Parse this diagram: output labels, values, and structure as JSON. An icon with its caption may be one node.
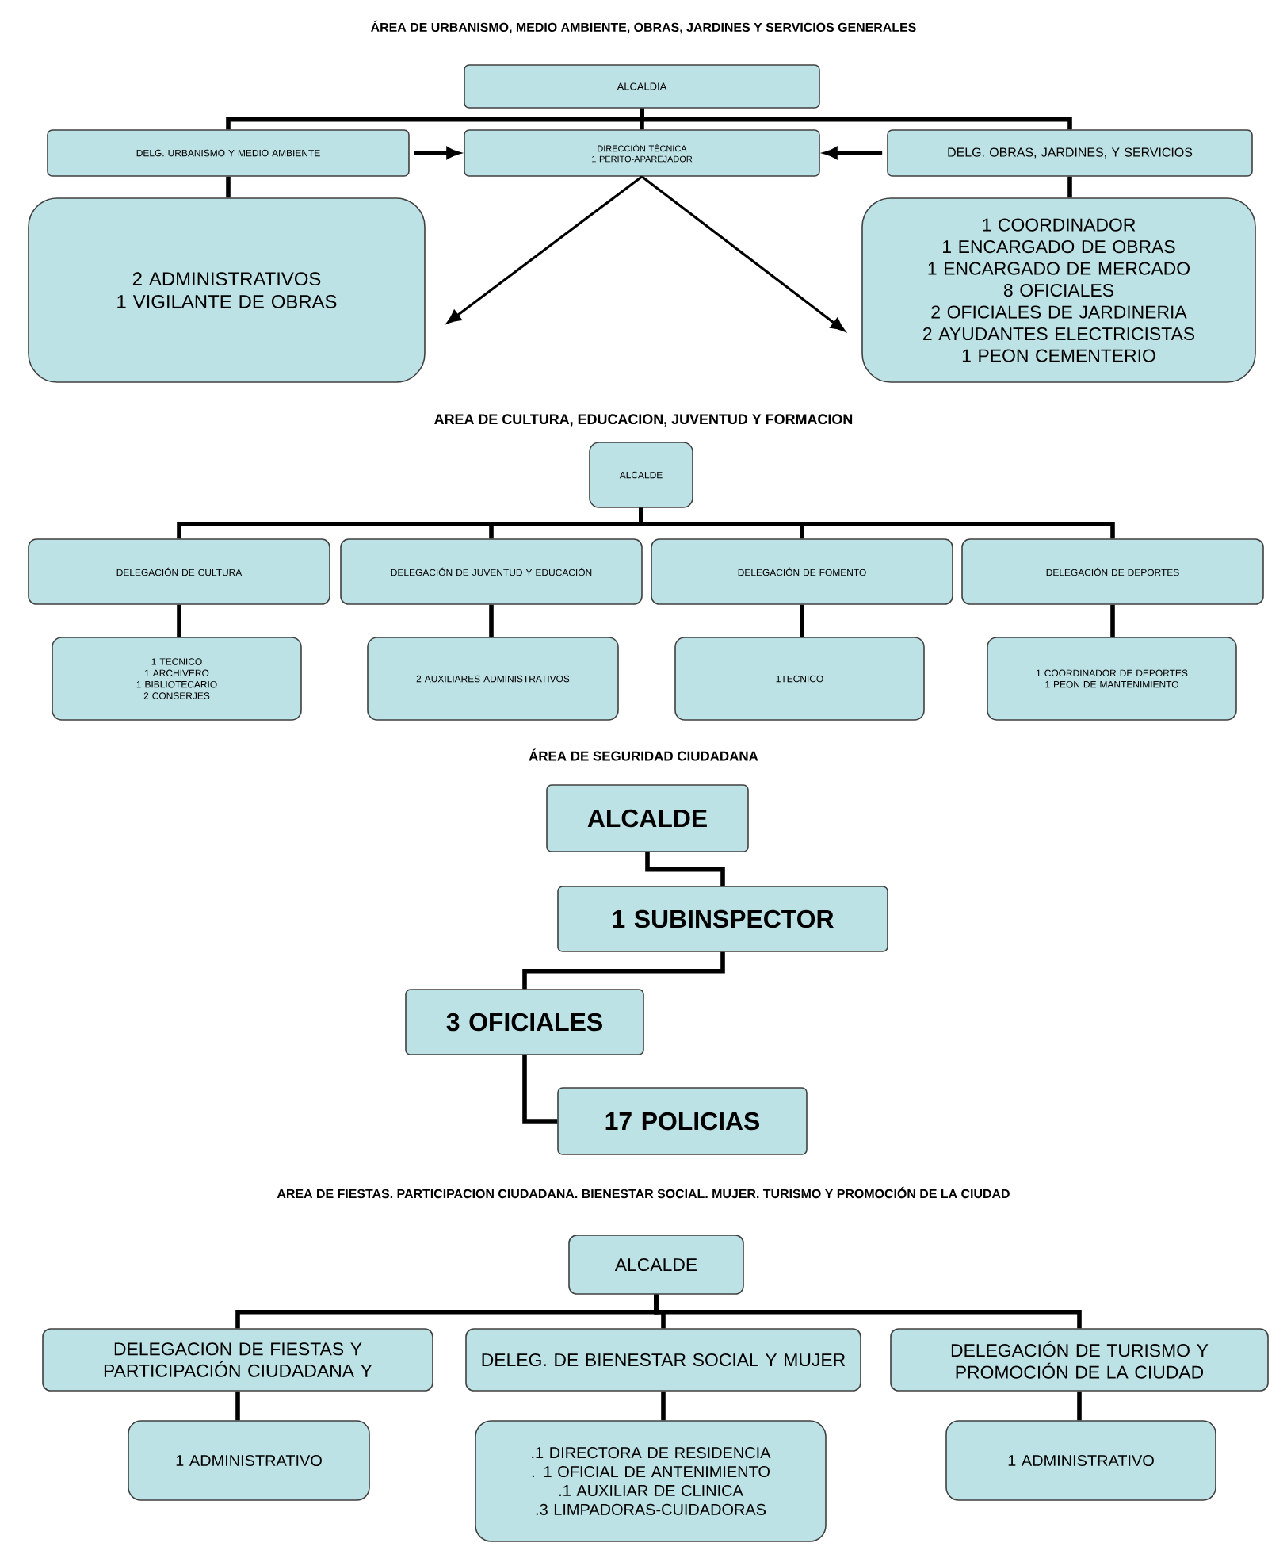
{
  "diagram": {
    "nodes": [
      {
        "text": [
          "ALCALDIA"
        ]
      },
      {
        "text": [
          "DELG. URBANISMO Y MEDIO AMBIENTE"
        ]
      },
      {
        "text": [
          "DIRECCIÓN TÉCNICA",
          "1 PERITO-APAREJADOR"
        ]
      },
      {
        "text": [
          "DELG. OBRAS, JARDINES, Y SERVICIOS"
        ]
      },
      {
        "text": [
          "2 ADMINISTRATIVOS",
          "1 VIGILANTE DE OBRAS"
        ]
      },
      {
        "text": [
          "1 COORDINADOR",
          "1 ENCARGADO DE OBRAS",
          "1 ENCARGADO DE MERCADO",
          "8 OFICIALES",
          "2 OFICIALES DE JARDINERIA",
          "2 AYUDANTES ELECTRICISTAS",
          "1 PEON CEMENTERIO"
        ]
      },
      {
        "text": [
          "ALCALDE"
        ]
      },
      {
        "text": [
          "DELEGACIÓN DE CULTURA"
        ]
      },
      {
        "text": [
          "DELEGACIÓN DE JUVENTUD Y EDUCACIÓN"
        ]
      },
      {
        "text": [
          "DELEGACIÓN DE FOMENTO"
        ]
      },
      {
        "text": [
          "DELEGACIÓN DE DEPORTES"
        ]
      },
      {
        "text": [
          "1 TECNICO",
          "1 ARCHIVERO",
          "1 BIBLIOTECARIO",
          "2 CONSERJES"
        ]
      },
      {
        "text": [
          "2 AUXILIARES ADMINISTRATIVOS"
        ]
      },
      {
        "text": [
          "1TECNICO"
        ]
      },
      {
        "text": [
          "1 COORDINADOR DE DEPORTES",
          "1 PEON DE MANTENIMIENTO"
        ]
      },
      {
        "text": [
          "ALCALDE"
        ]
      },
      {
        "text": [
          "1 SUBINSPECTOR"
        ]
      },
      {
        "text": [
          "3 OFICIALES"
        ]
      },
      {
        "text": [
          "17 POLICIAS"
        ]
      },
      {
        "text": [
          "ALCALDE"
        ]
      },
      {
        "text": [
          "DELEGACION DE FIESTAS Y PARTICIPACIÓN CIUDADANA Y"
        ]
      },
      {
        "text": [
          "DELEG. DE BIENESTAR SOCIAL Y MUJER"
        ]
      },
      {
        "text": [
          "DELEGACIÓN DE TURISMO Y PROMOCIÓN DE LA CIUDAD"
        ]
      },
      {
        "text": [
          "1 ADMINISTRATIVO"
        ]
      },
      {
        "text": [
          ".1 DIRECTORA DE RESIDENCIA",
          ". 1 OFICIAL DE ANTENIMIENTO",
          ".1 AUXILIAR DE CLINICA",
          ".3 LIMPADORAS-CUIDADORAS"
        ]
      },
      {
        "text": [
          "1 ADMINISTRATIVO"
        ]
      }
    ],
    "edges": [
      {
        "from": 0,
        "to": 1,
        "arrow": "none"
      },
      {
        "from": 0,
        "to": 2,
        "arrow": "none"
      },
      {
        "from": 0,
        "to": 3,
        "arrow": "none"
      },
      {
        "from": 1,
        "to": 2,
        "arrow": "to"
      },
      {
        "from": 3,
        "to": 2,
        "arrow": "to"
      },
      {
        "from": 1,
        "to": 4,
        "arrow": "none"
      },
      {
        "from": 3,
        "to": 5,
        "arrow": "none"
      },
      {
        "from": 2,
        "to": 4,
        "arrow": "to"
      },
      {
        "from": 2,
        "to": 5,
        "arrow": "to"
      },
      {
        "from": 6,
        "to": 7,
        "arrow": "none"
      },
      {
        "from": 6,
        "to": 8,
        "arrow": "none"
      },
      {
        "from": 6,
        "to": 9,
        "arrow": "none"
      },
      {
        "from": 6,
        "to": 10,
        "arrow": "none"
      },
      {
        "from": 7,
        "to": 11,
        "arrow": "none"
      },
      {
        "from": 8,
        "to": 12,
        "arrow": "none"
      },
      {
        "from": 9,
        "to": 13,
        "arrow": "none"
      },
      {
        "from": 10,
        "to": 14,
        "arrow": "none"
      },
      {
        "from": 15,
        "to": 16,
        "arrow": "none"
      },
      {
        "from": 16,
        "to": 17,
        "arrow": "none"
      },
      {
        "from": 17,
        "to": 18,
        "arrow": "none"
      },
      {
        "from": 19,
        "to": 20,
        "arrow": "none"
      },
      {
        "from": 19,
        "to": 21,
        "arrow": "none"
      },
      {
        "from": 19,
        "to": 22,
        "arrow": "none"
      },
      {
        "from": 20,
        "to": 23,
        "arrow": "none"
      },
      {
        "from": 21,
        "to": 24,
        "arrow": "none"
      },
      {
        "from": 22,
        "to": 25,
        "arrow": "none"
      }
    ],
    "labels": [
      "ÁREA DE URBANISMO, MEDIO AMBIENTE, OBRAS, JARDINES Y SERVICIOS GENERALES",
      "AREA DE CULTURA, EDUCACION, JUVENTUD Y FORMACION",
      "ÁREA DE SEGURIDAD CIUDADANA",
      "AREA DE FIESTAS. PARTICIPACION CIUDADANA. BIENESTAR SOCIAL. MUJER. TURISMO Y PROMOCIÓN DE LA CIUDAD"
    ]
  }
}
